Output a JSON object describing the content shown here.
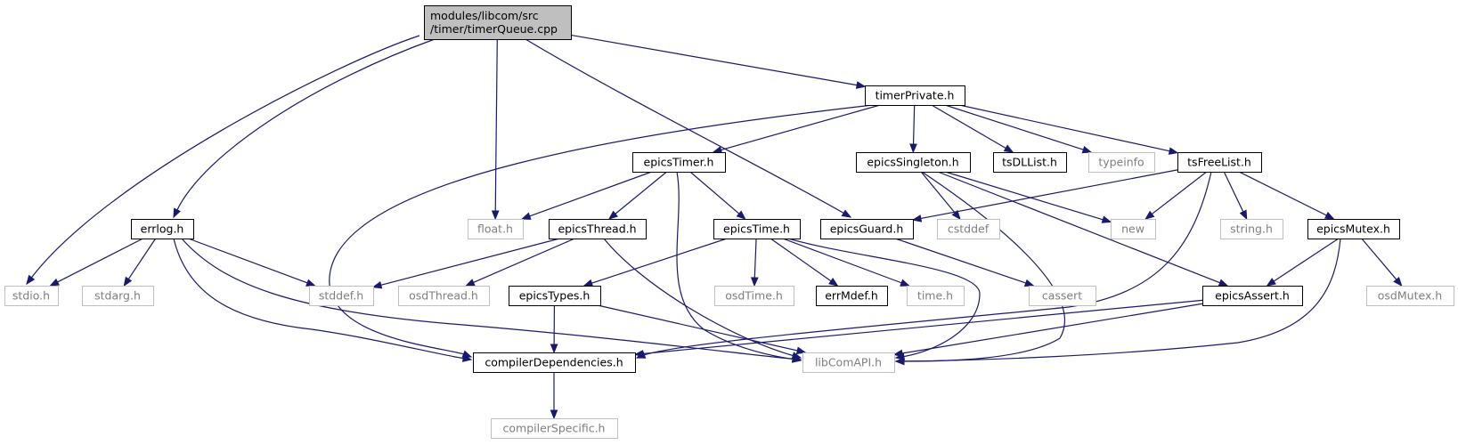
{
  "graph": {
    "nodes": [
      {
        "id": "root",
        "lines": [
          "modules/libcom/src",
          "/timer/timerQueue.cpp"
        ],
        "kind": "root"
      },
      {
        "id": "timerPrivate",
        "lines": [
          "timerPrivate.h"
        ],
        "kind": "normal"
      },
      {
        "id": "errlog",
        "lines": [
          "errlog.h"
        ],
        "kind": "normal"
      },
      {
        "id": "epicsTimer",
        "lines": [
          "epicsTimer.h"
        ],
        "kind": "normal"
      },
      {
        "id": "epicsSingleton",
        "lines": [
          "epicsSingleton.h"
        ],
        "kind": "normal"
      },
      {
        "id": "tsDLList",
        "lines": [
          "tsDLList.h"
        ],
        "kind": "normal"
      },
      {
        "id": "typeinfo",
        "lines": [
          "typeinfo"
        ],
        "kind": "missing"
      },
      {
        "id": "tsFreeList",
        "lines": [
          "tsFreeList.h"
        ],
        "kind": "normal"
      },
      {
        "id": "float",
        "lines": [
          "float.h"
        ],
        "kind": "missing"
      },
      {
        "id": "epicsThread",
        "lines": [
          "epicsThread.h"
        ],
        "kind": "normal"
      },
      {
        "id": "epicsTime",
        "lines": [
          "epicsTime.h"
        ],
        "kind": "normal"
      },
      {
        "id": "epicsGuard",
        "lines": [
          "epicsGuard.h"
        ],
        "kind": "normal"
      },
      {
        "id": "cstddef",
        "lines": [
          "cstddef"
        ],
        "kind": "missing"
      },
      {
        "id": "new",
        "lines": [
          "new"
        ],
        "kind": "missing"
      },
      {
        "id": "string",
        "lines": [
          "string.h"
        ],
        "kind": "missing"
      },
      {
        "id": "epicsMutex",
        "lines": [
          "epicsMutex.h"
        ],
        "kind": "normal"
      },
      {
        "id": "stdio",
        "lines": [
          "stdio.h"
        ],
        "kind": "missing"
      },
      {
        "id": "stdarg",
        "lines": [
          "stdarg.h"
        ],
        "kind": "missing"
      },
      {
        "id": "stddef",
        "lines": [
          "stddef.h"
        ],
        "kind": "missing"
      },
      {
        "id": "osdThread",
        "lines": [
          "osdThread.h"
        ],
        "kind": "missing"
      },
      {
        "id": "epicsTypes",
        "lines": [
          "epicsTypes.h"
        ],
        "kind": "normal"
      },
      {
        "id": "osdTime",
        "lines": [
          "osdTime.h"
        ],
        "kind": "missing"
      },
      {
        "id": "errMdef",
        "lines": [
          "errMdef.h"
        ],
        "kind": "normal"
      },
      {
        "id": "time",
        "lines": [
          "time.h"
        ],
        "kind": "missing"
      },
      {
        "id": "cassert",
        "lines": [
          "cassert"
        ],
        "kind": "missing"
      },
      {
        "id": "epicsAssert",
        "lines": [
          "epicsAssert.h"
        ],
        "kind": "normal"
      },
      {
        "id": "osdMutex",
        "lines": [
          "osdMutex.h"
        ],
        "kind": "missing"
      },
      {
        "id": "compilerDependencies",
        "lines": [
          "compilerDependencies.h"
        ],
        "kind": "normal"
      },
      {
        "id": "libComAPI",
        "lines": [
          "libComAPI.h"
        ],
        "kind": "missing"
      },
      {
        "id": "compilerSpecific",
        "lines": [
          "compilerSpecific.h"
        ],
        "kind": "missing"
      }
    ],
    "edges": [
      {
        "from": "root",
        "to": "stdio"
      },
      {
        "from": "root",
        "to": "errlog"
      },
      {
        "from": "root",
        "to": "float"
      },
      {
        "from": "root",
        "to": "epicsGuard"
      },
      {
        "from": "root",
        "to": "timerPrivate"
      },
      {
        "from": "timerPrivate",
        "to": "compilerDependencies"
      },
      {
        "from": "timerPrivate",
        "to": "epicsTimer"
      },
      {
        "from": "timerPrivate",
        "to": "epicsSingleton"
      },
      {
        "from": "timerPrivate",
        "to": "tsDLList"
      },
      {
        "from": "timerPrivate",
        "to": "typeinfo"
      },
      {
        "from": "timerPrivate",
        "to": "tsFreeList"
      },
      {
        "from": "epicsTimer",
        "to": "float"
      },
      {
        "from": "epicsTimer",
        "to": "epicsThread"
      },
      {
        "from": "epicsTimer",
        "to": "epicsTime"
      },
      {
        "from": "epicsTimer",
        "to": "libComAPI"
      },
      {
        "from": "epicsSingleton",
        "to": "cstddef"
      },
      {
        "from": "epicsSingleton",
        "to": "new"
      },
      {
        "from": "epicsSingleton",
        "to": "epicsAssert"
      },
      {
        "from": "epicsSingleton",
        "to": "libComAPI"
      },
      {
        "from": "tsFreeList",
        "to": "epicsGuard"
      },
      {
        "from": "tsFreeList",
        "to": "new"
      },
      {
        "from": "tsFreeList",
        "to": "string"
      },
      {
        "from": "tsFreeList",
        "to": "epicsMutex"
      },
      {
        "from": "tsFreeList",
        "to": "compilerDependencies"
      },
      {
        "from": "errlog",
        "to": "stdio"
      },
      {
        "from": "errlog",
        "to": "stdarg"
      },
      {
        "from": "errlog",
        "to": "stddef"
      },
      {
        "from": "errlog",
        "to": "compilerDependencies"
      },
      {
        "from": "errlog",
        "to": "libComAPI"
      },
      {
        "from": "epicsThread",
        "to": "stddef"
      },
      {
        "from": "epicsThread",
        "to": "osdThread"
      },
      {
        "from": "epicsThread",
        "to": "libComAPI"
      },
      {
        "from": "epicsTime",
        "to": "epicsTypes"
      },
      {
        "from": "epicsTime",
        "to": "osdTime"
      },
      {
        "from": "epicsTime",
        "to": "errMdef"
      },
      {
        "from": "epicsTime",
        "to": "time"
      },
      {
        "from": "epicsTime",
        "to": "libComAPI"
      },
      {
        "from": "epicsGuard",
        "to": "cassert"
      },
      {
        "from": "epicsMutex",
        "to": "epicsAssert"
      },
      {
        "from": "epicsMutex",
        "to": "osdMutex"
      },
      {
        "from": "epicsMutex",
        "to": "libComAPI"
      },
      {
        "from": "epicsTypes",
        "to": "compilerDependencies"
      },
      {
        "from": "epicsTypes",
        "to": "libComAPI"
      },
      {
        "from": "epicsAssert",
        "to": "compilerDependencies"
      },
      {
        "from": "epicsAssert",
        "to": "libComAPI"
      },
      {
        "from": "compilerDependencies",
        "to": "compilerSpecific"
      }
    ]
  },
  "colors": {
    "edge": "#191970",
    "root_fill": "#bfbfbf",
    "missing_border": "#bfbfbf",
    "missing_text": "#7f7f7f",
    "normal_border": "#000000"
  }
}
